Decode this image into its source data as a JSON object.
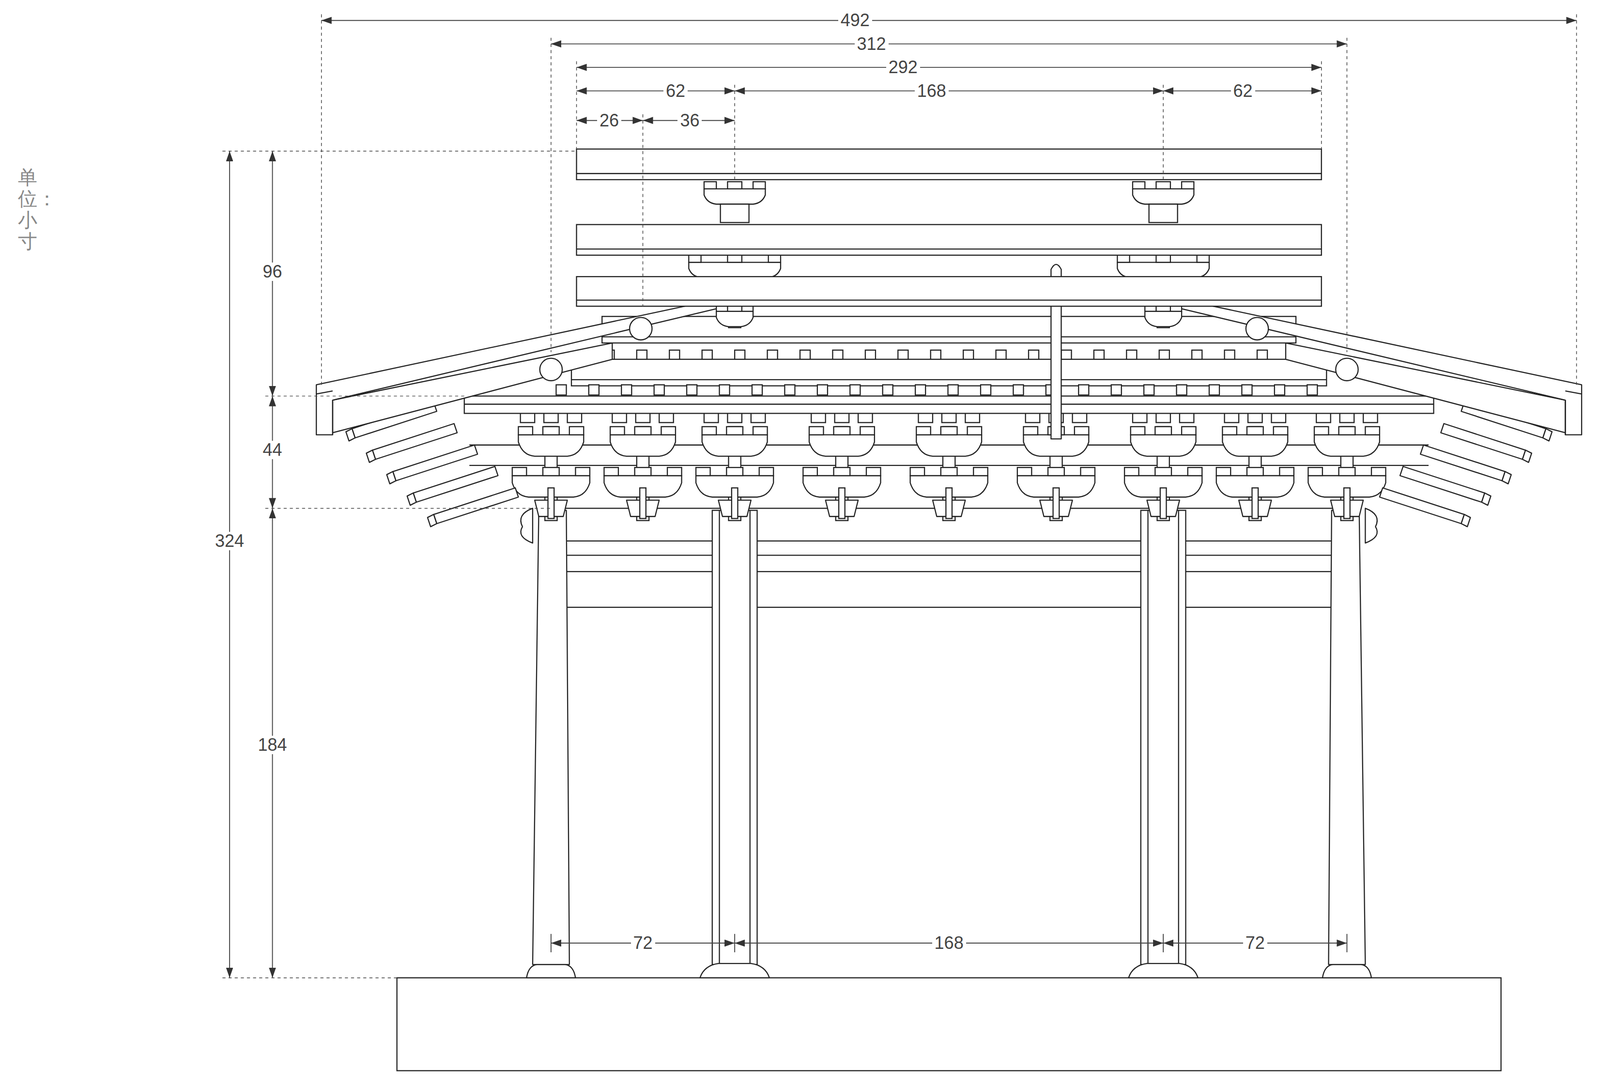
{
  "diagram": {
    "labels": [
      "492",
      "312",
      "292",
      "62",
      "168",
      "62",
      "26",
      "36",
      "96",
      "44",
      "324",
      "184",
      "72",
      "168",
      "72",
      "单位：小寸"
    ]
  }
}
